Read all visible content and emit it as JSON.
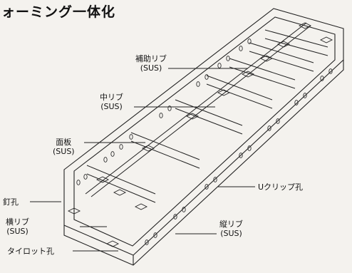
{
  "title": "ォーミング一体化",
  "labels": {
    "hojo_rib": {
      "name": "補助リブ",
      "material": "(SUS)"
    },
    "naka_rib": {
      "name": "中リブ",
      "material": "(SUS)"
    },
    "menita": {
      "name": "面板",
      "material": "(SUS)"
    },
    "kugi_ana": {
      "name": "釘孔"
    },
    "yoko_rib": {
      "name": "横リブ",
      "material": "(SUS)"
    },
    "tairotto_ana": {
      "name": "タイロット孔"
    },
    "tate_rib": {
      "name": "縦リブ",
      "material": "(SUS)"
    },
    "u_clip_ana": {
      "name": "Uクリップ孔"
    }
  }
}
